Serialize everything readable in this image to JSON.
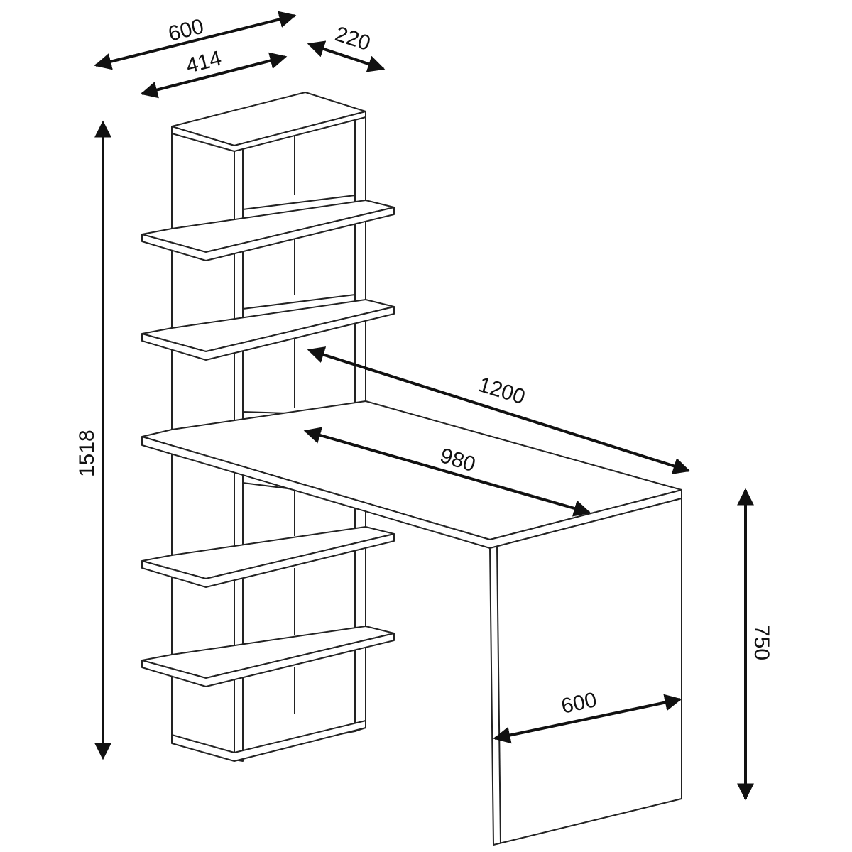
{
  "dimensions": {
    "overall_width": "600",
    "bookcase_width": "414",
    "depth": "220",
    "total_height": "1518",
    "desk_length": "1200",
    "desk_inner_length": "980",
    "desk_height": "750",
    "desk_depth": "600"
  }
}
